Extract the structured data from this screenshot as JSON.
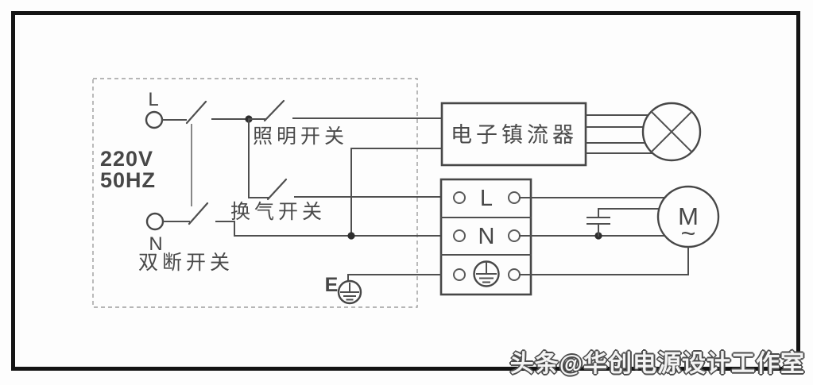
{
  "diagram": {
    "power_source": {
      "line_label": "L",
      "neutral_label": "N",
      "voltage": "220V",
      "frequency": "50HZ"
    },
    "switch_labels": {
      "light_switch": "照明开关",
      "fan_switch": "换气开关",
      "double_break_switch": "双断开关"
    },
    "ballast_label": "电子镇流器",
    "terminal_block": {
      "live_label": "L",
      "neutral_label": "N",
      "earth_symbol": "earth"
    },
    "earth_label": "E",
    "motor": {
      "letter": "M",
      "tilde": "~"
    }
  },
  "watermark": {
    "text": "头条@华创电源设计工作室"
  },
  "colors": {
    "wire": "#4f4f4f",
    "frame": "#141414",
    "dashed_enclosure": "#9e9e9e",
    "text": "#4a4a4a",
    "watermark_fill": "#f4f4f4",
    "watermark_outline": "#4d4d4d"
  }
}
